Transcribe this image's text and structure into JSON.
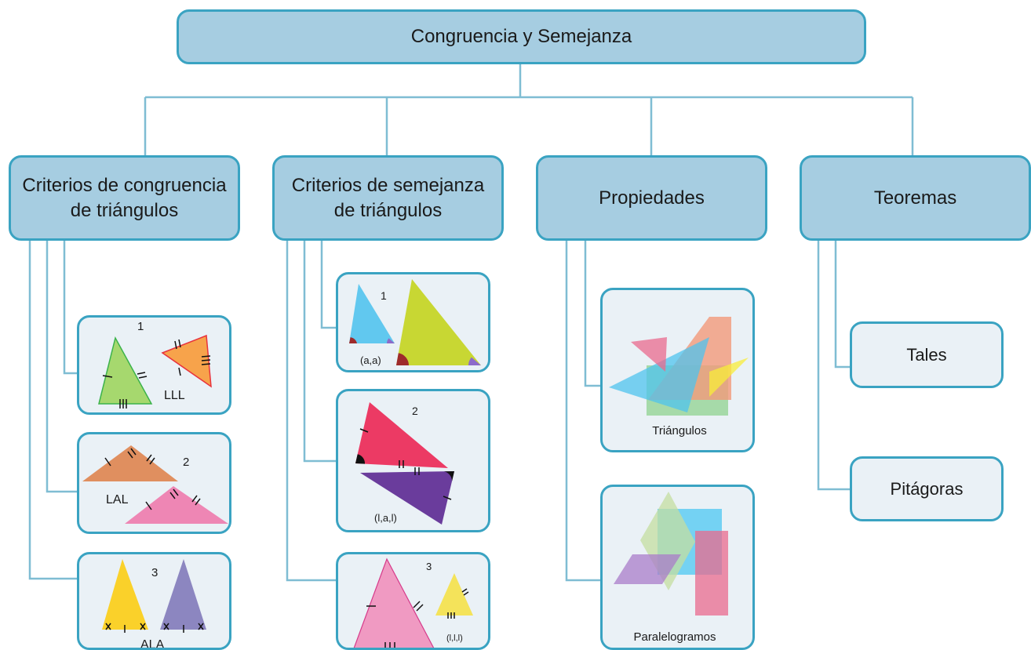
{
  "title": "Congruencia y Semejanza",
  "categories": [
    {
      "line1": "Criterios de congruencia",
      "line2": "de triángulos"
    },
    {
      "line1": "Criterios de semejanza",
      "line2": "de triángulos"
    },
    {
      "line1": "Propiedades",
      "line2": ""
    },
    {
      "line1": "Teoremas",
      "line2": ""
    }
  ],
  "congruencia": [
    {
      "num": "1",
      "label": "LLL"
    },
    {
      "num": "2",
      "label": "LAL"
    },
    {
      "num": "3",
      "label": "ALA"
    }
  ],
  "semejanza": [
    {
      "num": "1",
      "label": "(a,a)"
    },
    {
      "num": "2",
      "label": "(l,a,l)"
    },
    {
      "num": "3",
      "label": "(l,l,l)"
    }
  ],
  "propiedades": [
    "Triángulos",
    "Paralelogramos"
  ],
  "teoremas": [
    "Tales",
    "Pitágoras"
  ],
  "colors": {
    "connector": "#7fbdd3",
    "border": "#3aa3c2",
    "category_fill": "#a6cde1",
    "card_fill": "#eaf1f6"
  }
}
